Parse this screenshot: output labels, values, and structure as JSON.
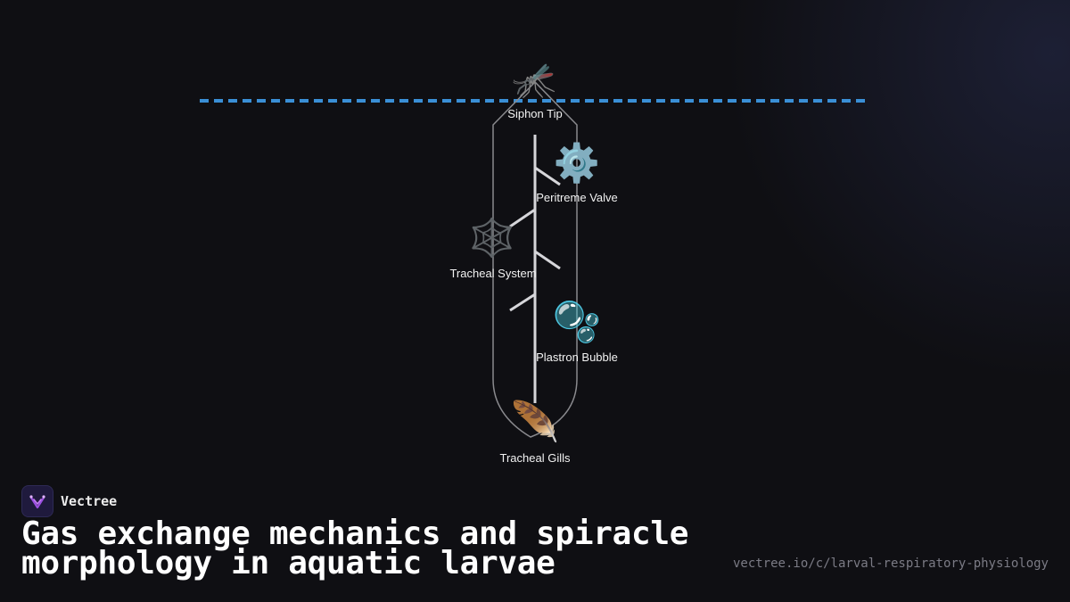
{
  "diagram": {
    "nodes": [
      {
        "id": "siphon-tip",
        "label": "Siphon Tip",
        "icon": "mosquito-icon",
        "glyph": "🦟"
      },
      {
        "id": "peritreme-valve",
        "label": "Peritreme Valve",
        "icon": "gear-icon",
        "glyph": "⚙️"
      },
      {
        "id": "tracheal-system",
        "label": "Tracheal System",
        "icon": "spider-web-icon",
        "glyph": "🕸️"
      },
      {
        "id": "plastron-bubble",
        "label": "Plastron Bubble",
        "icon": "bubbles-icon",
        "glyph": "🫧"
      },
      {
        "id": "tracheal-gills",
        "label": "Tracheal Gills",
        "icon": "feather-icon",
        "glyph": "🪶"
      }
    ],
    "colors": {
      "water_surface": "#3a8fd6",
      "outline": "#8a8a8e",
      "trunk": "#d6d6da",
      "label": "#f2f2f2"
    }
  },
  "brand": {
    "name": "Vectree",
    "icon": "vectree-logo-icon"
  },
  "title": "Gas exchange mechanics and spiracle morphology in aquatic larvae",
  "url": "vectree.io/c/larval-respiratory-physiology"
}
